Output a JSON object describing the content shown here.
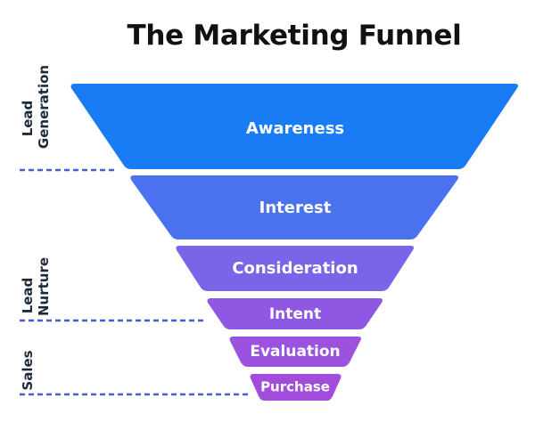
{
  "title": "The Marketing Funnel",
  "stages": [
    {
      "label": "Awareness",
      "color": "#1a7cf5"
    },
    {
      "label": "Interest",
      "color": "#4a72ee"
    },
    {
      "label": "Consideration",
      "color": "#7a64e8"
    },
    {
      "label": "Intent",
      "color": "#8e58e2"
    },
    {
      "label": "Evaluation",
      "color": "#9a52df"
    },
    {
      "label": "Purchase",
      "color": "#a24cdb"
    }
  ],
  "phases": [
    {
      "line1": "Lead",
      "line2": "Generation"
    },
    {
      "line1": "Lead",
      "line2": "Nurture"
    },
    {
      "line1": "Sales",
      "line2": ""
    }
  ]
}
